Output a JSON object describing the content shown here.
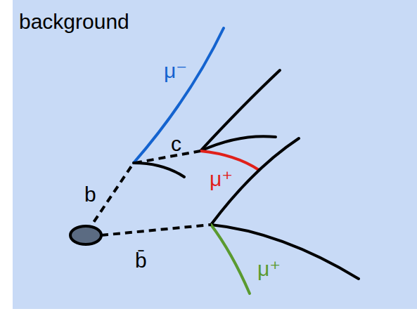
{
  "diagram": {
    "title": "background",
    "labels": [
      "μ⁻",
      "c",
      "b",
      "μ⁺",
      "b̄",
      "μ⁺"
    ]
  }
}
